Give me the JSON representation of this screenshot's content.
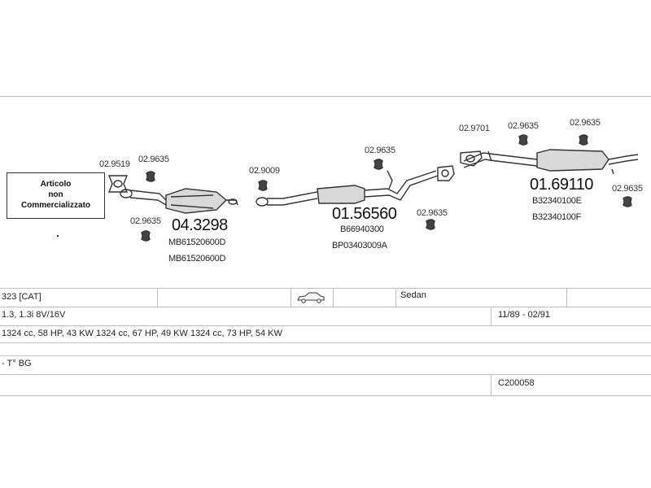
{
  "box": {
    "line1": "Articolo",
    "line2": "non",
    "line3": "Commercializzato"
  },
  "codes": {
    "c1": "02.9519",
    "c2": "02.9635",
    "c3": "02.9635",
    "c4": "02.9009",
    "c5": "02.9635",
    "c6": "02.9635",
    "c7": "02.9701",
    "c8": "02.9635",
    "c9": "02.9635",
    "c10": "02.9635"
  },
  "parts": {
    "p1": {
      "number": "04.3298",
      "refs": [
        "MB61520600D",
        "MB61520600D"
      ]
    },
    "p2": {
      "number": "01.56560",
      "refs": [
        "B66940300",
        "BP03403009A"
      ]
    },
    "p3": {
      "number": "01.69110",
      "refs": [
        "B32340100E",
        "B32340100F"
      ]
    }
  },
  "table": {
    "model": "323  [CAT]",
    "body_type": "Sedan",
    "engine": "1.3, 1.3i  8V/16V",
    "years": "11/89 - 02/91",
    "specs": "1324 cc, 58 HP, 43 KW 1324 cc, 67 HP, 49 KW 1324 cc, 73 HP, 54 KW",
    "note": "- T° BG",
    "catalog_code": "C200058"
  },
  "colors": {
    "line": "#bdbdbd",
    "ink": "#222222"
  }
}
